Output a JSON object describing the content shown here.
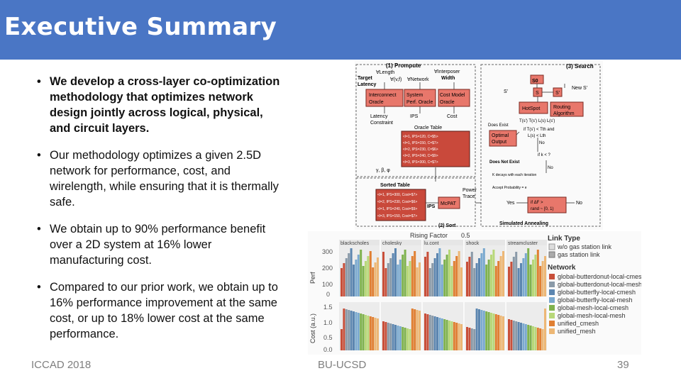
{
  "slide": {
    "title": "Executive Summary",
    "bullets": [
      "We develop a cross-layer co-optimization methodology that optimizes network design jointly across logical, physical, and circuit layers.",
      "Our methodology optimizes a given 2.5D network for performance, cost, and wirelength, while ensuring that it is thermally safe.",
      "We obtain up to 90% performance benefit over a 2D system at 16% lower manufacturing cost.",
      "Compared to our prior work, we obtain up to 16% performance improvement at the same cost, or up to 18% lower cost at the same performance."
    ],
    "footer": {
      "left": "ICCAD 2018",
      "center": "BU-UCSD",
      "page": "39"
    }
  },
  "flow": {
    "prompt": "(1) Prompute",
    "search": "(3) Search",
    "sort": "(2) Sort",
    "sa": "Simulated Annealing",
    "inputs": [
      "Target",
      "Latency",
      "∀Length",
      "∀(v,f)",
      "∀Network",
      "∀Interposer",
      "Width"
    ],
    "ic_oracle": [
      "Interconnect",
      "Oracle"
    ],
    "sys_oracle": [
      "System",
      "Perf. Oracle"
    ],
    "cost_oracle": [
      "Cost Model",
      "Oracle"
    ],
    "latency_c": [
      "Latency",
      "Constraint"
    ],
    "ips": "IPS",
    "cost": "Cost",
    "oracle_table": "Oracle Table",
    "rows_a": [
      "<l=1, IPS=120, C=$5>",
      "<l=1, IPS=150, C=$7>",
      "<l=2, IPS=230, C=$6>",
      "<l=2, IPS=240, C=$9>",
      "<l=3, IPS=300, C=$7>"
    ],
    "params": "γ, β, φ",
    "sorted_table": "Sorted Table",
    "rows_b": [
      "<l=1, IPS=300, Cost=$7>",
      "<l=2, IPS=230, Cost=$6>",
      "<l=1, IPS=240, Cost=$9>",
      "<l=3, IPS=150, Cost=$7>"
    ],
    "ips2": "IPS",
    "mcpat": "McPAT",
    "power_trace": [
      "Power",
      "Trace"
    ],
    "s0": "S0",
    "new_s": "New S'",
    "s_label": "S",
    "s_prime": "S'",
    "hotspot": "HotSpot",
    "routing": [
      "Routing",
      "Algorithm"
    ],
    "exists": "Does Exist",
    "tcond": "T(s') T(s')   L(s) L(s')",
    "cond2": "if T(s') < Tth and",
    "cond3": "L(s) < Lth",
    "no": "No",
    "optimal": [
      "Optimal",
      "Output"
    ],
    "ifk": "if k < ?",
    "not_exist": "Does Not Exist",
    "no2": "No",
    "kdecays": "K decays with each iteration",
    "accept": "Accept Probability = e",
    "yes": "Yes",
    "ifdelta": [
      "if ΔF >",
      "rand ~ [0, 1)"
    ],
    "no3": "No"
  },
  "perf_chart": {
    "benchmarks": [
      "blackscholes",
      "cholesky",
      "lu.cont",
      "shock",
      "streamcluster"
    ],
    "rising": "Rising Factor",
    "rising_val": "0.5",
    "ylabel_perf": "Perf",
    "ylabel_cost": "Cost (a.u.)",
    "perf_ticks": [
      "300",
      "200",
      "100",
      "0"
    ],
    "cost_ticks": [
      "1.5",
      "1.0",
      "0.5",
      "0.0"
    ],
    "legend": {
      "link_title": "Link Type",
      "links": [
        "w/o gas station link",
        "gas station link"
      ],
      "network_title": "Network",
      "networks": [
        {
          "name": "global-butterdonut-local-cmesh",
          "color": "#c84f3a"
        },
        {
          "name": "global-butterdonut-local-mesh",
          "color": "#8a9aa8"
        },
        {
          "name": "global-butterfly-local-cmesh",
          "color": "#5c86b0"
        },
        {
          "name": "global-butterfly-local-mesh",
          "color": "#7aa9cf"
        },
        {
          "name": "global-mesh-local-cmesh",
          "color": "#7fb24e"
        },
        {
          "name": "global-mesh-local-mesh",
          "color": "#b8d879"
        },
        {
          "name": "unified_cmesh",
          "color": "#e07f32"
        },
        {
          "name": "unified_mesh",
          "color": "#edb775"
        }
      ]
    }
  }
}
